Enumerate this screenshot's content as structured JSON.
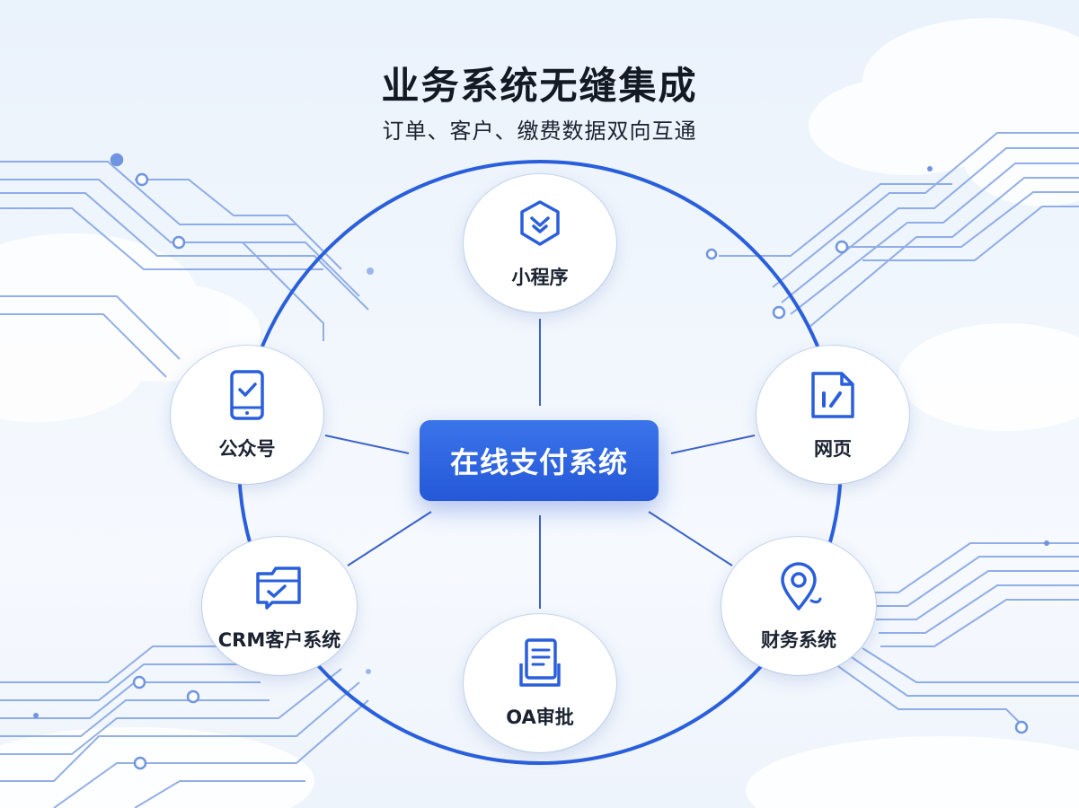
{
  "header": {
    "title": "业务系统无缝集成",
    "subtitle": "订单、客户、缴费数据双向互通"
  },
  "center": {
    "label": "在线支付系统"
  },
  "nodes": [
    {
      "label": "小程序",
      "icon": "hexagon-chevron-icon"
    },
    {
      "label": "公众号",
      "icon": "tablet-check-icon"
    },
    {
      "label": "网页",
      "icon": "document-chart-icon"
    },
    {
      "label": "CRM客户系统",
      "icon": "folder-check-icon"
    },
    {
      "label": "财务系统",
      "icon": "location-pin-icon"
    },
    {
      "label": "OA审批",
      "icon": "document-stack-icon"
    }
  ],
  "colors": {
    "accent": "#2a5fdc",
    "ring": "#2a5fdc",
    "spoke": "#3d63c9",
    "circuit": "#6f95e0",
    "text_dark": "#141a24"
  }
}
